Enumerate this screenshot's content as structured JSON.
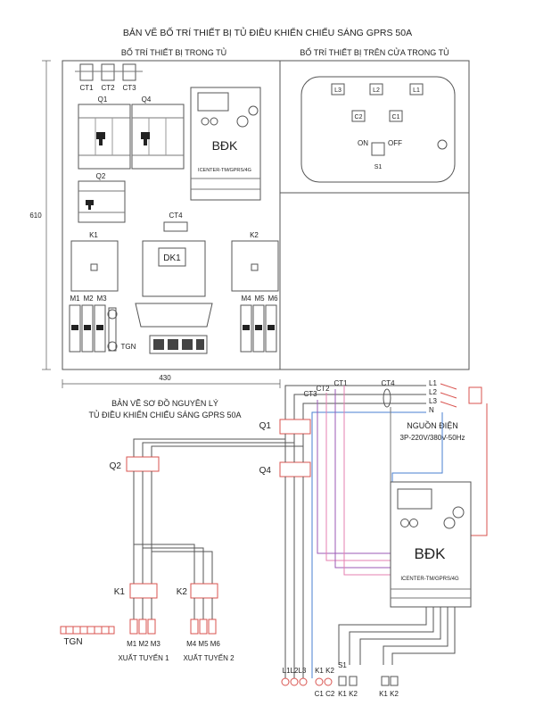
{
  "title": "BẢN VẼ BỐ TRÍ THIẾT BỊ TỦ ĐIỀU KHIỂN CHIẾU SÁNG GPRS 50A",
  "layout": {
    "inside_title": "BỐ TRÍ THIẾT BỊ TRONG TỦ",
    "door_title": "BỐ TRÍ THIẾT BỊ TRÊN CỬA TRONG TỦ",
    "height_dim": "610",
    "width_dim": "430",
    "ct": [
      "CT1",
      "CT2",
      "CT3"
    ],
    "q1": "Q1",
    "q4": "Q4",
    "q2": "Q2",
    "ct4": "CT4",
    "k1": "K1",
    "k2": "K2",
    "dk1": "DK1",
    "m_left": [
      "M1",
      "M2",
      "M3"
    ],
    "m_right": [
      "M4",
      "M5",
      "M6"
    ],
    "tgn": "TGN",
    "bdk": "BĐK",
    "bdk_model": "ICENTER-TM/GPRS/4G",
    "door_lamps": [
      "L3",
      "L2",
      "L1"
    ],
    "door_c": [
      "C2",
      "C1"
    ],
    "on": "ON",
    "off": "OFF",
    "s1": "S1"
  },
  "schematic": {
    "title_line1": "BẢN VẼ SƠ ĐỒ NGUYÊN LÝ",
    "title_line2": "TỦ ĐIỀU KHIỂN CHIẾU SÁNG GPRS 50A",
    "phases": [
      "L1",
      "L2",
      "L3",
      "N"
    ],
    "ct": [
      "CT1",
      "CT2",
      "CT3",
      "CT4"
    ],
    "source_title": "NGUỒN ĐIỆN",
    "source_spec": "3P-220V/380V-50Hz",
    "q1": "Q1",
    "q2": "Q2",
    "q4": "Q4",
    "k1": "K1",
    "k2": "K2",
    "tgn": "TGN",
    "m1_3": "M1 M2 M3",
    "m4_6": "M4 M5 M6",
    "out1": "XUẤT TUYẾN 1",
    "out2": "XUẤT TUYẾN 2",
    "bdk": "BĐK",
    "bdk_model": "ICENTER-TM/GPRS/4G",
    "bottom_l": "L1L2L3",
    "bottom_k": "K1 K2",
    "bottom_c": "C1 C2",
    "bottom_s1": "S1",
    "bottom_k2": "K1 K2",
    "bottom_k3": "K1 K2"
  },
  "colors": {
    "wire_red": "#d9534f",
    "wire_blue": "#4a7fd0",
    "wire_purple": "#9b59b6",
    "wire_pink": "#e67fb0",
    "wire_gray": "#777777"
  }
}
